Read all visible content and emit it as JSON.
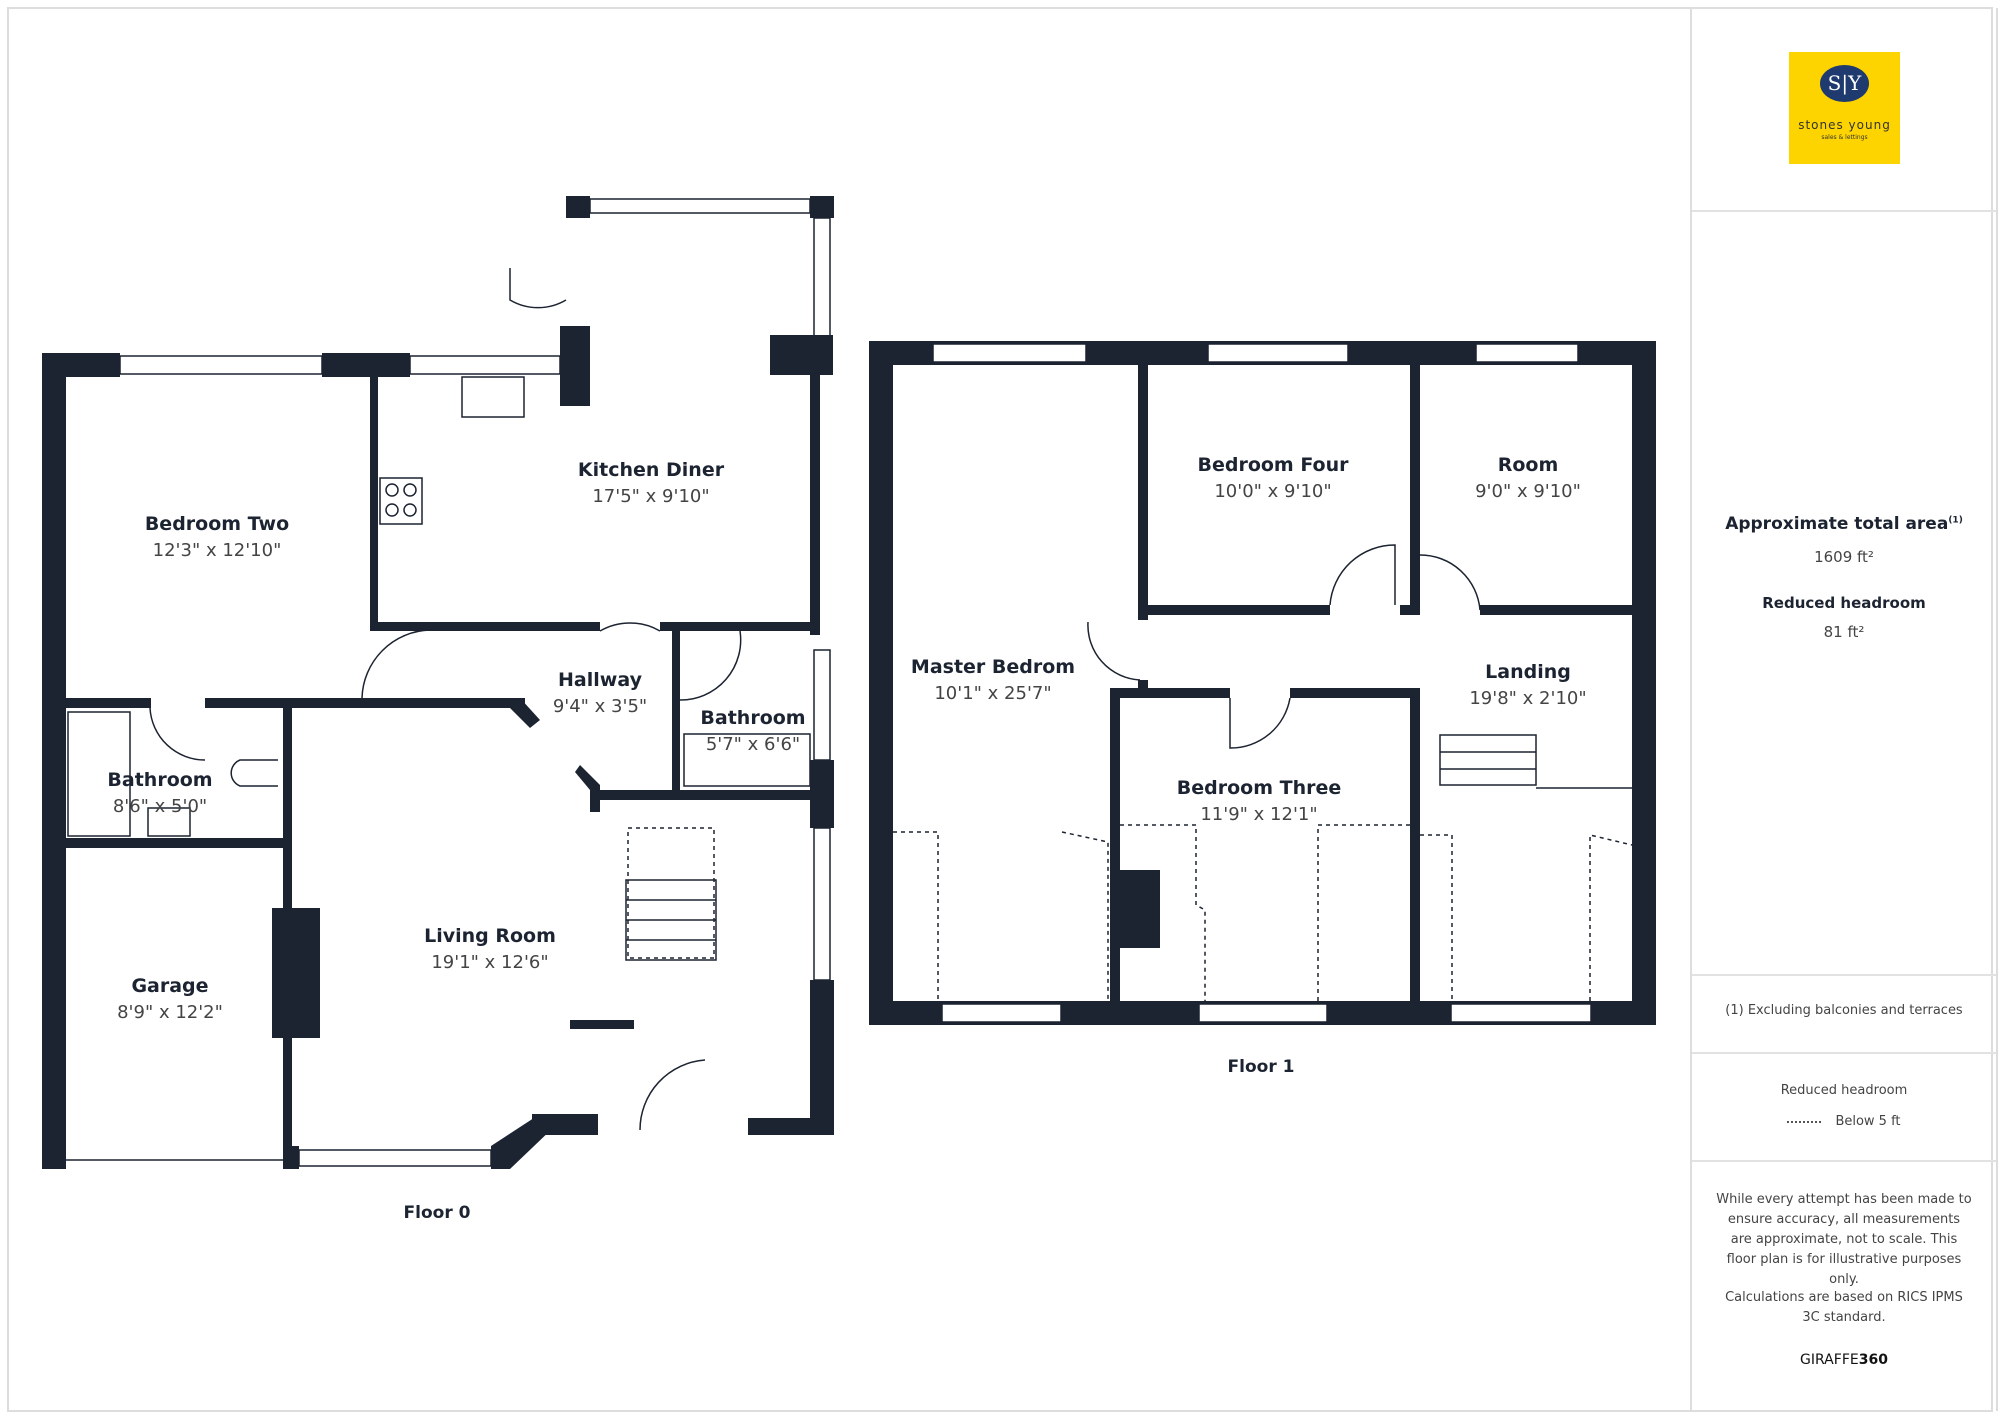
{
  "floors": [
    {
      "label": "Floor 0",
      "rooms": [
        {
          "name": "Bedroom Two",
          "dims": "12'3\" x 12'10\""
        },
        {
          "name": "Kitchen Diner",
          "dims": "17'5\" x 9'10\""
        },
        {
          "name": "Hallway",
          "dims": "9'4\" x 3'5\""
        },
        {
          "name": "Bathroom",
          "dims": "5'7\" x 6'6\""
        },
        {
          "name": "Bathroom",
          "dims": "8'6\" x 5'0\""
        },
        {
          "name": "Living Room",
          "dims": "19'1\" x 12'6\""
        },
        {
          "name": "Garage",
          "dims": "8'9\" x 12'2\""
        }
      ]
    },
    {
      "label": "Floor 1",
      "rooms": [
        {
          "name": "Master Bedrom",
          "dims": "10'1\" x 25'7\""
        },
        {
          "name": "Bedroom Four",
          "dims": "10'0\" x 9'10\""
        },
        {
          "name": "Room",
          "dims": "9'0\" x 9'10\""
        },
        {
          "name": "Landing",
          "dims": "19'8\" x 2'10\""
        },
        {
          "name": "Bedroom Three",
          "dims": "11'9\" x 12'1\""
        }
      ]
    }
  ],
  "logo": {
    "initials": "S|Y",
    "name": "stones young",
    "tagline": "sales & lettings",
    "bg_color": "#fdd400",
    "circle_color": "#1e3a6e"
  },
  "summary": {
    "total_area_label": "Approximate total area",
    "total_area_note": "(1)",
    "total_area_value": "1609 ft²",
    "reduced_headroom_label": "Reduced headroom",
    "reduced_headroom_value": "81 ft²"
  },
  "footnote": "(1) Excluding balconies and terraces",
  "legend": {
    "title": "Reduced headroom",
    "item": "Below 5 ft"
  },
  "disclaimer": "While every attempt has been made to ensure accuracy, all measurements are approximate, not to scale. This floor plan is for illustrative purposes only.",
  "calculations": "Calculations are based on RICS IPMS 3C standard.",
  "brand": {
    "part1": "GIRAFFE",
    "part2": "360"
  }
}
